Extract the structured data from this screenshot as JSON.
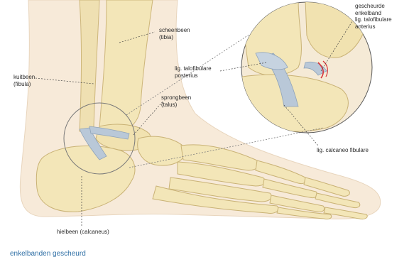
{
  "labels": {
    "tibia": [
      "scheenbeen",
      "(tibia)"
    ],
    "fibula": [
      "kuitbeen",
      "(fibula)"
    ],
    "talus": [
      "sprongbeen",
      "(talus)"
    ],
    "calcaneus": "hielbeen (calcaneus)",
    "posterior": [
      "lig. talofibulare",
      "posterius"
    ],
    "torn": [
      "gescheurde",
      "enkelband",
      "lig. talofibulare",
      "anterius"
    ],
    "calcaneofibular": "lig. calcaneo fibulare"
  },
  "caption": "enkelbanden gescheurd",
  "colors": {
    "background": "#ffffff",
    "skin": "#f7ead9",
    "bone": "#f3e6b8",
    "bone_shadow": "#d8c488",
    "ligament": "#b9c8d8",
    "tear": "#d8333a",
    "caption": "#2f6fa5"
  }
}
